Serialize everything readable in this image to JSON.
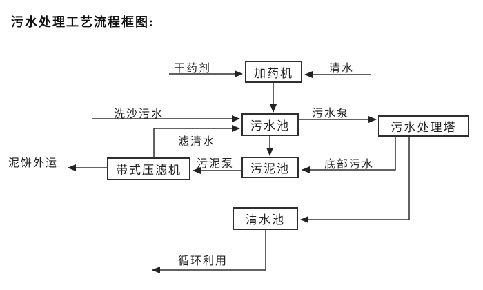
{
  "page": {
    "title": "污水处理工艺流程框图:"
  },
  "diagram": {
    "nodes": {
      "dosing_machine": "加药机",
      "sewage_pool": "污水池",
      "treatment_tower": "污水处理塔",
      "sludge_pool": "污泥池",
      "belt_filter_press": "带式压滤机",
      "clean_water_pool": "清水池"
    },
    "edge_labels": {
      "dry_agent": "干药剂",
      "clean_water": "清水",
      "sand_washing_sewage": "洗沙污水",
      "filtered_water": "滤清水",
      "sewage_pump": "污水泵",
      "bottom_sewage": "底部污水",
      "sludge_pump": "污泥泵",
      "mud_cake_out": "泥饼外运",
      "recycle_use": "循环利用"
    },
    "colors": {
      "ink": "#2e2e2e",
      "background": "#ffffff"
    }
  }
}
